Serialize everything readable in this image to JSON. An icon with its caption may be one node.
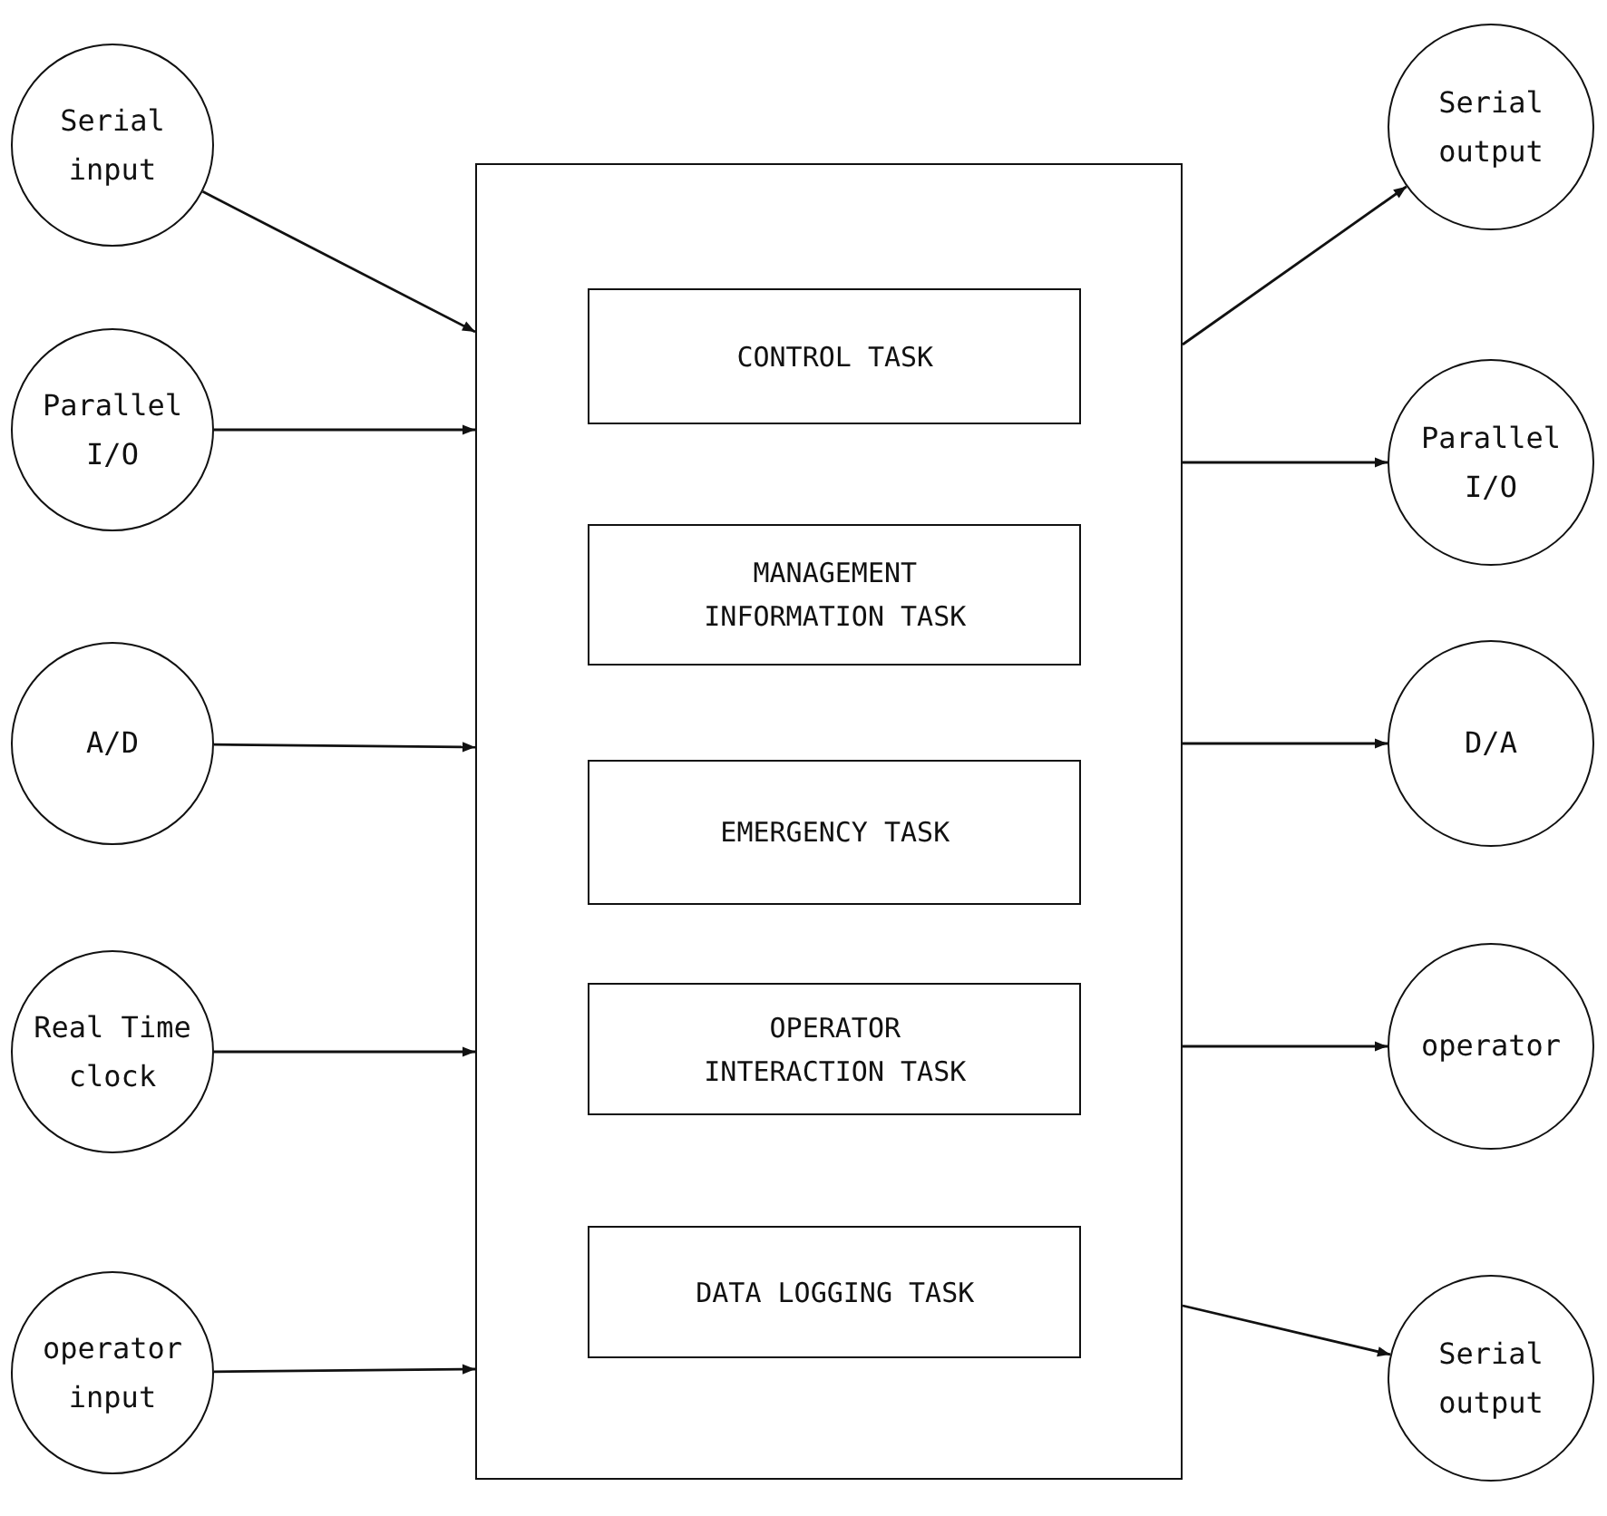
{
  "diagram": {
    "nodes": [
      {
        "text": [
          "Serial input"
        ]
      },
      {
        "text": [
          "Parallel I/O"
        ]
      },
      {
        "text": [
          "A/D"
        ]
      },
      {
        "text": [
          "Real Time clock"
        ]
      },
      {
        "text": [
          "operator input"
        ]
      },
      {
        "text": [],
        "shape": "box"
      },
      {
        "text": [
          "CONTROL TASK"
        ],
        "in": 5
      },
      {
        "text": [
          "MANAGEMENT INFORMATION TASK"
        ],
        "in": 5
      },
      {
        "text": [
          "EMERGENCY TASK"
        ],
        "in": 5
      },
      {
        "text": [
          "OPERATOR INTERACTION TASK"
        ],
        "in": 5
      },
      {
        "text": [
          "DATA LOGGING TASK"
        ],
        "in": 5
      },
      {
        "text": [
          "Serial output"
        ]
      },
      {
        "text": [
          "Parallel I/O"
        ]
      },
      {
        "text": [
          "D/A"
        ]
      },
      {
        "text": [
          "operator"
        ]
      },
      {
        "text": [
          "Serial output"
        ]
      }
    ],
    "edges": [
      {
        "from": 0,
        "to": 5,
        "arrow": "to"
      },
      {
        "from": 1,
        "to": 5,
        "arrow": "to"
      },
      {
        "from": 2,
        "to": 5,
        "arrow": "to"
      },
      {
        "from": 3,
        "to": 5,
        "arrow": "to"
      },
      {
        "from": 4,
        "to": 5,
        "arrow": "to"
      },
      {
        "from": 5,
        "to": 11,
        "arrow": "to"
      },
      {
        "from": 5,
        "to": 12,
        "arrow": "to"
      },
      {
        "from": 5,
        "to": 13,
        "arrow": "to"
      },
      {
        "from": 5,
        "to": 14,
        "arrow": "to"
      },
      {
        "from": 5,
        "to": 15,
        "arrow": "to"
      }
    ]
  }
}
